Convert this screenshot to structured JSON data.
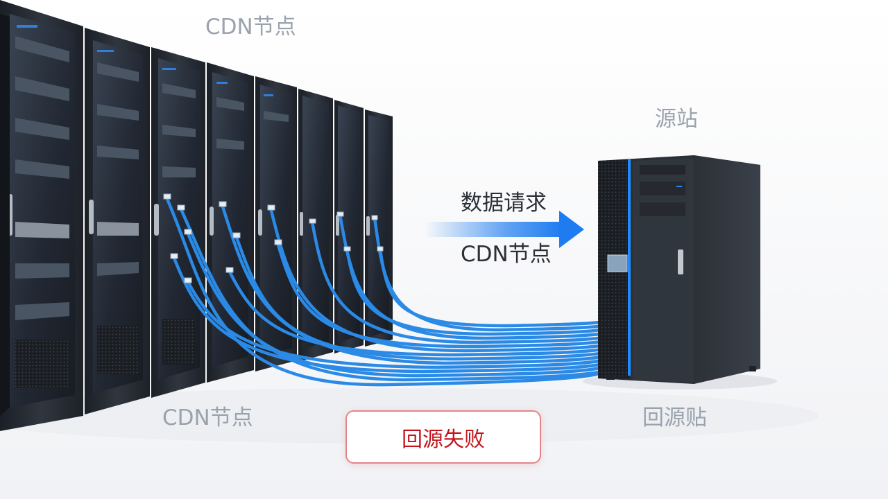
{
  "labels": {
    "cdn_top": "CDN节点",
    "origin_top": "源站",
    "request": "数据请求",
    "cdn_mid": "CDN节点",
    "cdn_bottom": "CDN节点",
    "origin_bottom": "回源贴"
  },
  "status": {
    "text": "回源失败"
  },
  "colors": {
    "arrow": "#1e7cf0",
    "cable": "#2a8ae6",
    "rack": "#262b33",
    "alert_border": "#e3848c",
    "alert_text": "#c4151c"
  }
}
